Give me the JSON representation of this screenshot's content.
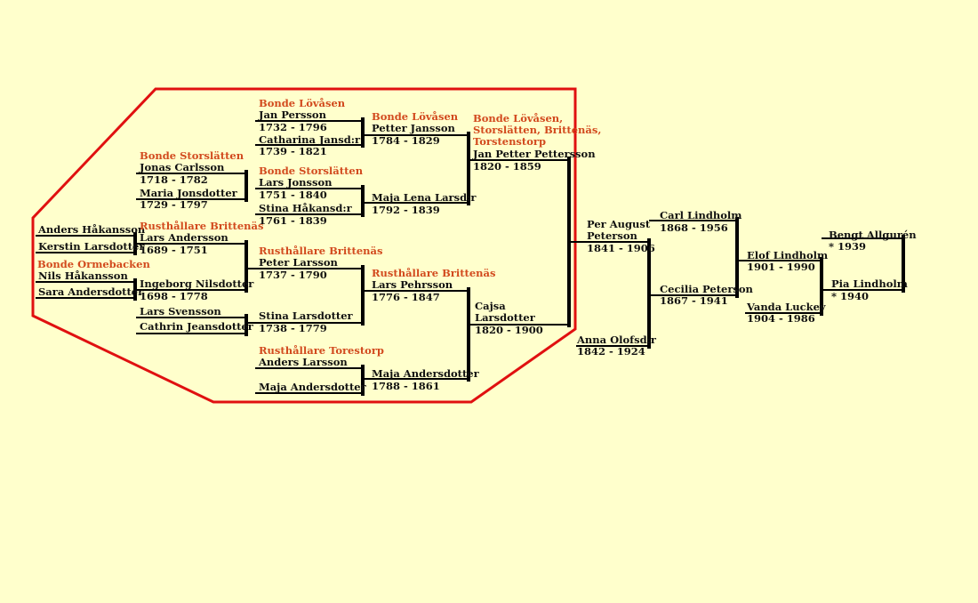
{
  "colors": {
    "background": "#ffffcc",
    "lines": "#000000",
    "outline": "#e01010",
    "place_text": "#d24a1e"
  },
  "people": {
    "anders_hakansson": "Anders Håkansson",
    "kerstin_larsdotter": "Kerstin Larsdotter",
    "nils_hakansson": "Nils Håkansson",
    "sara_andersdotter": "Sara Andersdotter",
    "jonas_carlsson": "Jonas Carlsson",
    "jonas_carlsson_dates": "1718 - 1782",
    "maria_jonsdotter": "Maria Jonsdotter",
    "maria_jonsdotter_dates": "1729 - 1797",
    "lars_andersson": "Lars Andersson",
    "lars_andersson_dates": "1689 - 1751",
    "ingeborg_nilsdotter": "Ingeborg Nilsdotter",
    "ingeborg_nilsdotter_dates": "1698 - 1778",
    "lars_svensson": "Lars Svensson",
    "cathrin_jeansdotter": "Cathrin Jeansdotter",
    "jan_persson": "Jan Persson",
    "jan_persson_dates": "1732 - 1796",
    "catharina_jansdr": "Catharina Jansd:r",
    "catharina_jansdr_dates": "1739 - 1821",
    "lars_jonsson": "Lars Jonsson",
    "lars_jonsson_dates": "1751 - 1840",
    "stina_hakansdr": "Stina Håkansd:r",
    "stina_hakansdr_dates": "1761 - 1839",
    "peter_larsson": "Peter Larsson",
    "peter_larsson_dates": "1737 - 1790",
    "stina_larsdotter": "Stina Larsdotter",
    "stina_larsdotter_dates": "1738 - 1779",
    "anders_larsson": "Anders Larsson",
    "maja_andersdotter_1": "Maja Andersdotter",
    "petter_jansson": "Petter Jansson",
    "petter_jansson_dates": "1784 - 1829",
    "maja_lena_larsdr": "Maja Lena Larsd:r",
    "maja_lena_larsdr_dates": "1792 - 1839",
    "lars_pehrsson": "Lars Pehrsson",
    "lars_pehrsson_dates": "1776 - 1847",
    "maja_andersdotter_2": "Maja Andersdotter",
    "maja_andersdotter_2_dates": "1788 - 1861",
    "jan_petter_pettersson": "Jan Petter Pettersson",
    "jan_petter_pettersson_dates": "1820 - 1859",
    "cajsa_line1": "Cajsa",
    "cajsa_line2": "Larsdotter",
    "cajsa_dates": "1820 - 1900",
    "per_august_line1": "Per August",
    "per_august_line2": "Peterson",
    "per_august_dates": "1841 - 1906",
    "anna_olofsdr": "Anna Olofsd:r",
    "anna_olofsdr_dates": "1842 - 1924",
    "carl_lindholm": "Carl Lindholm",
    "carl_lindholm_dates": "1868 - 1956",
    "cecilia_peterson": "Cecilia Peterson",
    "cecilia_peterson_dates": "1867 - 1941",
    "elof_lindholm": "Elof Lindholm",
    "elof_lindholm_dates": "1901 - 1990",
    "vanda_luckey": "Vanda Luckey",
    "vanda_luckey_dates": "1904 - 1986",
    "bengt_allguren": "Bengt Allgurén",
    "bengt_allguren_dates": "* 1939",
    "pia_lindholm": "Pia Lindholm",
    "pia_lindholm_dates": "* 1940"
  },
  "places": {
    "bonde_ormebacken": "Bonde Ormebacken",
    "bonde_storslatten_1": "Bonde Storslätten",
    "rusthallare_brittenas_1": "Rusthållare Brittenäs",
    "bonde_lovasen_1": "Bonde Lövåsen",
    "bonde_storslatten_2": "Bonde Storslätten",
    "rusthallare_brittenas_2": "Rusthållare Brittenäs",
    "rusthallare_torestorp": "Rusthållare Torestorp",
    "bonde_lovasen_2": "Bonde Lövåsen",
    "rusthallare_brittenas_3": "Rusthållare Brittenäs",
    "combined_line1": "Bonde Lövåsen,",
    "combined_line2": "Storslätten, Brittenäs,",
    "combined_line3": "Torstenstorp"
  }
}
